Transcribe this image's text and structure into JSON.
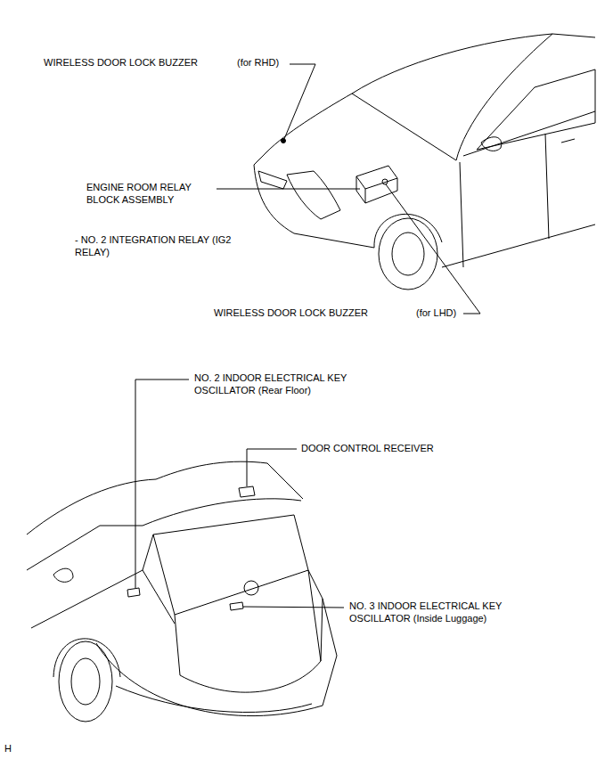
{
  "diagram": {
    "labels": [
      "WIRELESS DOOR LOCK BUZZER",
      "(for RHD)",
      "ENGINE ROOM RELAY BLOCK ASSEMBLY",
      "- NO. 2 INTEGRATION RELAY (IG2 RELAY)",
      "WIRELESS DOOR LOCK BUZZER",
      "(for LHD)",
      "NO. 2 INDOOR ELECTRICAL KEY OSCILLATOR (Rear Floor)",
      "DOOR CONTROL RECEIVER",
      "NO. 3 INDOOR ELECTRICAL KEY OSCILLATOR (Inside Luggage)",
      "H"
    ]
  }
}
